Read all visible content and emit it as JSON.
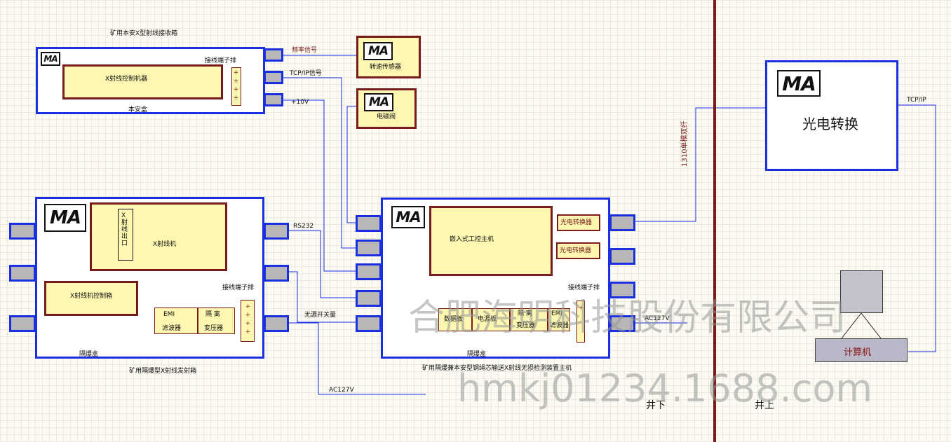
{
  "receiver_box": {
    "title": "矿用本安X型射线接收箱",
    "controller": "X射线控制机器",
    "terminal": "接线端子排",
    "bottom": "本安盒",
    "logo": "MA"
  },
  "speed_sensor": {
    "label": "转速传感器",
    "logo": "MA"
  },
  "solenoid_valve": {
    "label": "电磁阀",
    "logo": "MA"
  },
  "photo_converter_top": {
    "label": "光电转换",
    "logo": "MA"
  },
  "computer": {
    "label": "计算机"
  },
  "emitter_box": {
    "title": "矿用隔爆型X射线发射箱",
    "xray_machine": "X射线机",
    "xray_exit": "X射线出口",
    "controller": "X射线机控制箱",
    "emi_top": "EMI",
    "emi_bottom": "滤波器",
    "iso_top": "隔 离",
    "iso_bottom": "变压器",
    "terminal": "接线端子排",
    "bottom": "隔爆盒",
    "logo": "MA"
  },
  "host_box": {
    "title": "矿用隔爆兼本安型钢绳芯输送X射线无损检测装置主机",
    "pc": "嵌入式工控主机",
    "photo1": "光电转换器",
    "photo2": "光电转换器",
    "terminal": "接线端子排",
    "mod1": "数据板",
    "mod2": "电源板",
    "iso_top": "隔 离",
    "iso_bottom": "变压器",
    "emi_top": "EMI",
    "emi_bottom": "滤波器",
    "bottom": "隔爆盒",
    "logo": "MA"
  },
  "wire_labels": {
    "freq": "频率信号",
    "tcpip": "TCP/IP信号",
    "v10": "+10V",
    "rs232": "RS232",
    "no_source": "无源开关量",
    "ac_host": "AC127V",
    "ac_bottom": "AC127V",
    "fiber": "1310单模双纤",
    "tcp": "TCP/IP"
  },
  "zones": {
    "underground": "井下",
    "surface": "井上"
  },
  "watermark": {
    "company": "合肥海明科技股份有限公司",
    "url": "hmkj01234.1688.com"
  },
  "colors": {
    "box_border": "#1a2fe0",
    "inner_border": "#7a1b1b",
    "inner_fill": "#fdf7b2",
    "divider": "#7a1b1b",
    "wire": "#1a2fe0"
  }
}
